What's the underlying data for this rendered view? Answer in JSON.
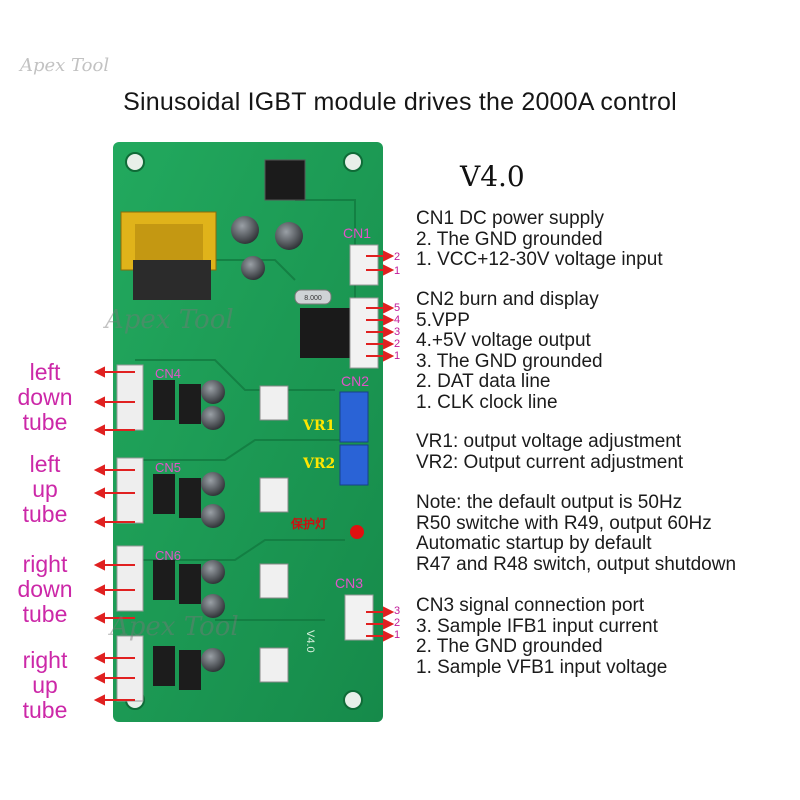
{
  "title": "Sinusoidal IGBT module drives the 2000A control",
  "version": "V4.0",
  "watermark": "Apex Tool",
  "description_groups": [
    [
      "CN1 DC power supply",
      "2. The GND grounded",
      "1. VCC+12-30V voltage input"
    ],
    [
      "CN2 burn and display",
      "5.VPP",
      "4.+5V voltage output",
      "3. The GND grounded",
      "2. DAT data line",
      "1. CLK clock line"
    ],
    [
      "VR1: output voltage adjustment",
      "VR2: Output current adjustment"
    ],
    [
      "Note: the default output is 50Hz",
      "R50 switche with R49, output 60Hz",
      "Automatic startup by default",
      "R47 and R48 switch, output shutdown"
    ],
    [
      "CN3 signal connection port",
      "3. Sample IFB1 input current",
      "2. The GND grounded",
      "1. Sample VFB1 input voltage"
    ]
  ],
  "side_labels": [
    [
      "left",
      "down",
      "tube"
    ],
    [
      "left",
      "up",
      "tube"
    ],
    [
      "right",
      "down",
      "tube"
    ],
    [
      "right",
      "up",
      "tube"
    ]
  ],
  "board_labels": {
    "cn1": "CN1",
    "cn2": "CN2",
    "cn3": "CN3",
    "cn4": "CN4",
    "cn5": "CN5",
    "cn6": "CN6",
    "vr1": "VR1",
    "vr2": "VR2",
    "led": "保护灯",
    "crystal": "8.000",
    "pcb_version": "V4.0"
  },
  "pins": {
    "cn1": [
      "2",
      "1"
    ],
    "cn2": [
      "5",
      "4",
      "3",
      "2",
      "1"
    ],
    "cn3": [
      "3",
      "2",
      "1"
    ]
  },
  "colors": {
    "pcb": "#1d9a55",
    "label_magenta": "#cc28a8",
    "label_yellow": "#ffe600",
    "arrow_red": "#e02020"
  }
}
